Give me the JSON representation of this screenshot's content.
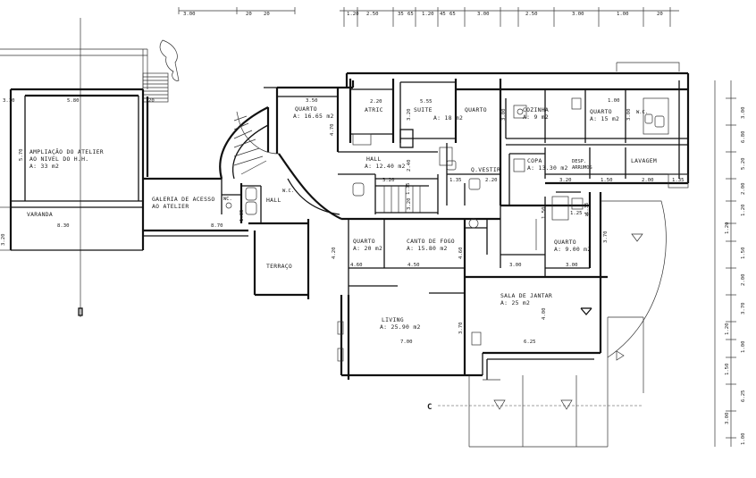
{
  "rooms": [
    {
      "id": "ampliacao",
      "lines": [
        "AMPLIAÇÃO DO ATELIER",
        "AO NIVEL DO H.H.",
        "A: 33 m2"
      ]
    },
    {
      "id": "varanda",
      "lines": [
        "VARANDA"
      ]
    },
    {
      "id": "galeria",
      "lines": [
        "GALERIA DE ACESSO",
        "AO ATELIER"
      ]
    },
    {
      "id": "wc-galeria",
      "lines": [
        "WC."
      ]
    },
    {
      "id": "hall-esq",
      "lines": [
        "HALL"
      ]
    },
    {
      "id": "wc-hall",
      "lines": [
        "W.C."
      ]
    },
    {
      "id": "terraco",
      "lines": [
        "TERRAÇO"
      ]
    },
    {
      "id": "quarto-1",
      "lines": [
        "QUARTO",
        "A: 16.65 m2"
      ]
    },
    {
      "id": "atric",
      "lines": [
        "ATRIC"
      ]
    },
    {
      "id": "suite",
      "lines": [
        "SUITE"
      ]
    },
    {
      "id": "quarto-suite",
      "lines": [
        "QUARTO",
        "A: 18 m2"
      ]
    },
    {
      "id": "hall-centro",
      "lines": [
        "HALL",
        "A: 12.40 m2"
      ]
    },
    {
      "id": "q-vestir",
      "lines": [
        "Q.VESTIR"
      ]
    },
    {
      "id": "cozinha",
      "lines": [
        "COZINHA",
        "A: 9 m2"
      ]
    },
    {
      "id": "quarto-coz",
      "lines": [
        "QUARTO",
        "A: 15 m2"
      ]
    },
    {
      "id": "wc-coz",
      "lines": [
        "W.C."
      ]
    },
    {
      "id": "copa",
      "lines": [
        "COPA",
        "A: 13.30 m2"
      ]
    },
    {
      "id": "desp",
      "lines": [
        "DESP.",
        "ARRUMOS"
      ]
    },
    {
      "id": "lavagem",
      "lines": [
        "LAVAGEM"
      ]
    },
    {
      "id": "wc-quarto",
      "lines": [
        "WC"
      ]
    },
    {
      "id": "quarto-2",
      "lines": [
        "QUARTO",
        "A: 20 m2"
      ]
    },
    {
      "id": "canto-fogo",
      "lines": [
        "CANTO DE FOGO",
        "A: 15.80 m2"
      ]
    },
    {
      "id": "quarto-3",
      "lines": [
        "QUARTO",
        "A: 9.00 m2"
      ]
    },
    {
      "id": "sala-jantar",
      "lines": [
        "SALA DE JANTAR",
        "A: 25 m2"
      ]
    },
    {
      "id": "living",
      "lines": [
        "LIVING",
        "A: 25.90 m2"
      ]
    }
  ],
  "dimensions": [
    "3.10",
    "5.80",
    "20",
    "3.50",
    "2.20",
    "5.55",
    "3.20",
    "4.70",
    "2.40",
    "3.20",
    "3.20",
    "1.35",
    "2.20",
    "1.00",
    "3.00",
    "3.20",
    "1.50",
    "2.00",
    "1.35",
    "8.30",
    "8.70",
    "1.35",
    "4.20",
    "4.60",
    "4.50",
    "4.60",
    "3.00",
    "3.00",
    "4.00",
    "7.00",
    "3.70",
    "6.25",
    "3.70",
    "5.70",
    "3.00",
    "1.50",
    "1.35",
    "1.35",
    "1.25",
    "3.20"
  ],
  "top_ruler": [
    "3.00",
    "20",
    "20",
    "1.20",
    "2.50",
    "35",
    "65",
    "1.20",
    "45",
    "65",
    "3.00",
    "2.50",
    "3.00",
    "1.00",
    "20"
  ],
  "right_ruler": [
    "3.00",
    "6.80",
    "5.20",
    "2.00",
    "1.20",
    "1.20",
    "1.50",
    "2.00",
    "3.70",
    "1.20",
    "1.00",
    "1.50",
    "6.25",
    "3.00",
    "1.00"
  ],
  "section_marker": "C"
}
